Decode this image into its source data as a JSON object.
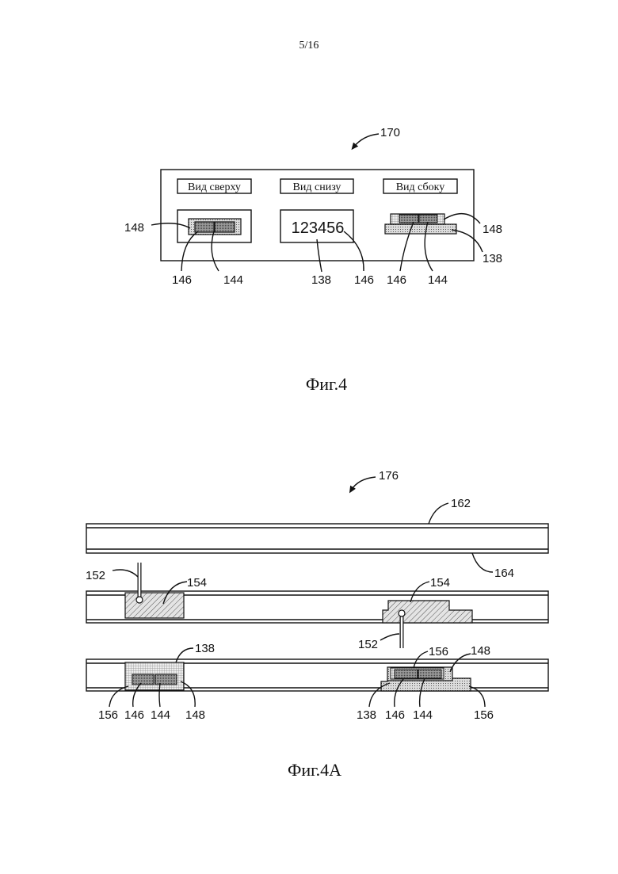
{
  "page_number": "5/16",
  "fig4": {
    "caption": "Фиг.4",
    "ref_main": "170",
    "view_top": "Вид сверху",
    "view_bottom": "Вид снизу",
    "view_side": "Вид сбоку",
    "serial_text": "123456",
    "refs": {
      "top_148": "148",
      "top_146": "146",
      "top_144": "144",
      "bottom_138": "138",
      "bottom_146": "146",
      "side_146": "146",
      "side_144": "144",
      "side_148": "148",
      "side_138": "138"
    }
  },
  "fig4a": {
    "caption": "Фиг.4A",
    "ref_main": "176",
    "refs": {
      "r162": "162",
      "r164": "164",
      "r152_left": "152",
      "r154_left": "154",
      "r154_right": "154",
      "r152_right": "152",
      "r138_left": "138",
      "r156_left": "156",
      "r146_left": "146",
      "r144_left": "144",
      "r148_left": "148",
      "r156_right_top": "156",
      "r148_right": "148",
      "r138_right": "138",
      "r146_right": "146",
      "r144_right": "144",
      "r156_right": "156"
    }
  }
}
